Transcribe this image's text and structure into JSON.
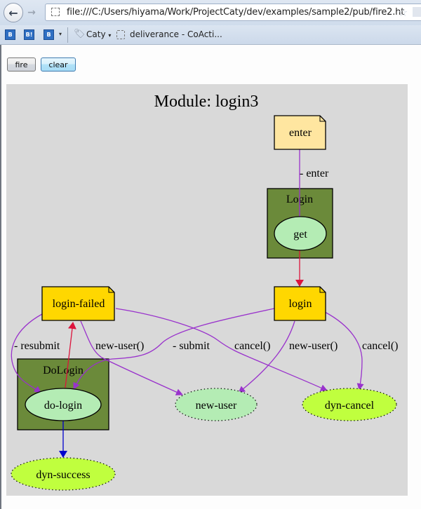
{
  "browser": {
    "url": "file:///C:/Users/hiyama/Work/ProjectCaty/dev/examples/sample2/pub/fire2.ht",
    "back_icon": "←",
    "forward_icon": "→",
    "star_icon": "☆",
    "bookmarks": [
      {
        "label": "B",
        "icon": "hatena-bookmark-icon"
      },
      {
        "label": "B!",
        "icon": "hatena-bookmark-add-icon"
      },
      {
        "label": "B",
        "icon": "hatena-bookmark-menu-icon"
      }
    ],
    "bookmark_folder": "Caty",
    "bookmark_folder_arrow": "▾",
    "bookmark_link": "deliverance - CoActi...",
    "dropdown_arrow": "▾",
    "tag_icon": "⌂"
  },
  "page": {
    "fire_label": "fire",
    "clear_label": "clear"
  },
  "diagram": {
    "title": "Module: login3",
    "colors": {
      "background": "#d9d9d9",
      "cluster": "#6b8a3a",
      "note_light": "#ffe6a0",
      "note": "#ffd700",
      "state": "#b4ecb4",
      "dyn": "#c0ff3e",
      "edge_purple": "#9932cc",
      "edge_red": "#dc143c",
      "edge_blue": "#0000cd"
    },
    "clusters": {
      "login": "Login",
      "dologin": "DoLogin"
    },
    "nodes": {
      "enter": "enter",
      "get": "get",
      "login": "login",
      "login_failed": "login-failed",
      "do_login": "do-login",
      "new_user": "new-user",
      "dyn_cancel": "dyn-cancel",
      "dyn_success": "dyn-success"
    },
    "edge_labels": {
      "enter": "- enter",
      "resubmit": "- resubmit",
      "lf_new_user": "new-user()",
      "submit": "- submit",
      "lf_cancel": "cancel()",
      "login_new_user": "new-user()",
      "login_cancel": "cancel()"
    }
  }
}
